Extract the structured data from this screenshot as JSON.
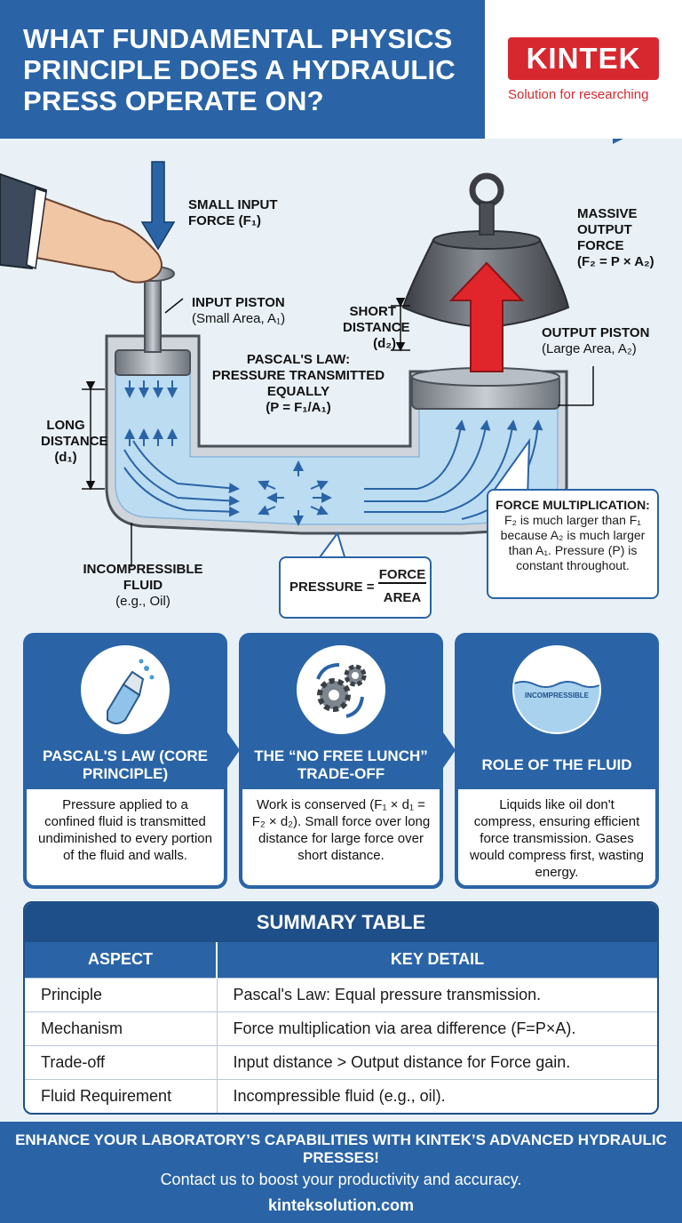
{
  "header": {
    "title": "WHAT FUNDAMENTAL PHYSICS PRINCIPLE DOES A HYDRAULIC PRESS OPERATE ON?",
    "logo": "KINTEK",
    "tagline": "Solution for researching"
  },
  "diagram": {
    "input_force": "SMALL INPUT FORCE (F₁)",
    "input_piston_title": "INPUT PISTON",
    "input_piston_sub": "(Small Area, A₁)",
    "short_distance": "SHORT DISTANCE (d₂)",
    "pascal_title": "PASCAL'S LAW: PRESSURE TRANSMITTED EQUALLY",
    "pascal_formula": "(P = F₁/A₁)",
    "output_force_title": "MASSIVE OUTPUT FORCE",
    "output_force_formula": "(F₂ = P × A₂)",
    "output_piston_title": "OUTPUT PISTON",
    "output_piston_sub": "(Large Area, A₂)",
    "long_distance": "LONG DISTANCE (d₁)",
    "fluid_title": "INCOMPRESSIBLE FLUID",
    "fluid_sub": "(e.g., Oil)",
    "pressure_label": "PRESSURE =",
    "pressure_num": "FORCE",
    "pressure_den": "AREA",
    "force_mult_title": "FORCE MULTIPLICATION:",
    "force_mult_body": "F₂ is much larger than F₁ because A₂ is much larger than A₁. Pressure (P) is constant throughout."
  },
  "cards": [
    {
      "title": "PASCAL'S LAW (CORE PRINCIPLE)",
      "body": "Pressure applied to a confined fluid is transmitted undiminished to every portion of the fluid and walls."
    },
    {
      "title": "THE “NO FREE LUNCH” TRADE-OFF",
      "body": "Work is conserved (F₁ × d₁ = F₂ × d₂). Small force over long distance for large force over short distance."
    },
    {
      "title": "ROLE OF THE FLUID",
      "icon_text": "INCOMPRESSIBLE",
      "body": "Liquids like oil don't compress, ensuring efficient force transmission. Gases would compress first, wasting energy."
    }
  ],
  "summary": {
    "title": "SUMMARY TABLE",
    "headers": [
      "ASPECT",
      "KEY DETAIL"
    ],
    "rows": [
      [
        "Principle",
        "Pascal's Law: Equal pressure transmission."
      ],
      [
        "Mechanism",
        "Force multiplication via area difference (F=P×A)."
      ],
      [
        "Trade-off",
        "Input distance > Output distance for Force gain."
      ],
      [
        "Fluid Requirement",
        "Incompressible fluid (e.g., oil)."
      ]
    ]
  },
  "footer": {
    "headline": "ENHANCE YOUR LABORATORY’S CAPABILITIES WITH KINTEK’S ADVANCED HYDRAULIC PRESSES!",
    "subline": "Contact us to boost your productivity and accuracy.",
    "url": "kinteksolution.com"
  },
  "colors": {
    "brand_blue": "#2a64a6",
    "brand_red": "#d7282f",
    "fluid_blue": "#bcdcf2",
    "arrow_red": "#e0262b"
  }
}
